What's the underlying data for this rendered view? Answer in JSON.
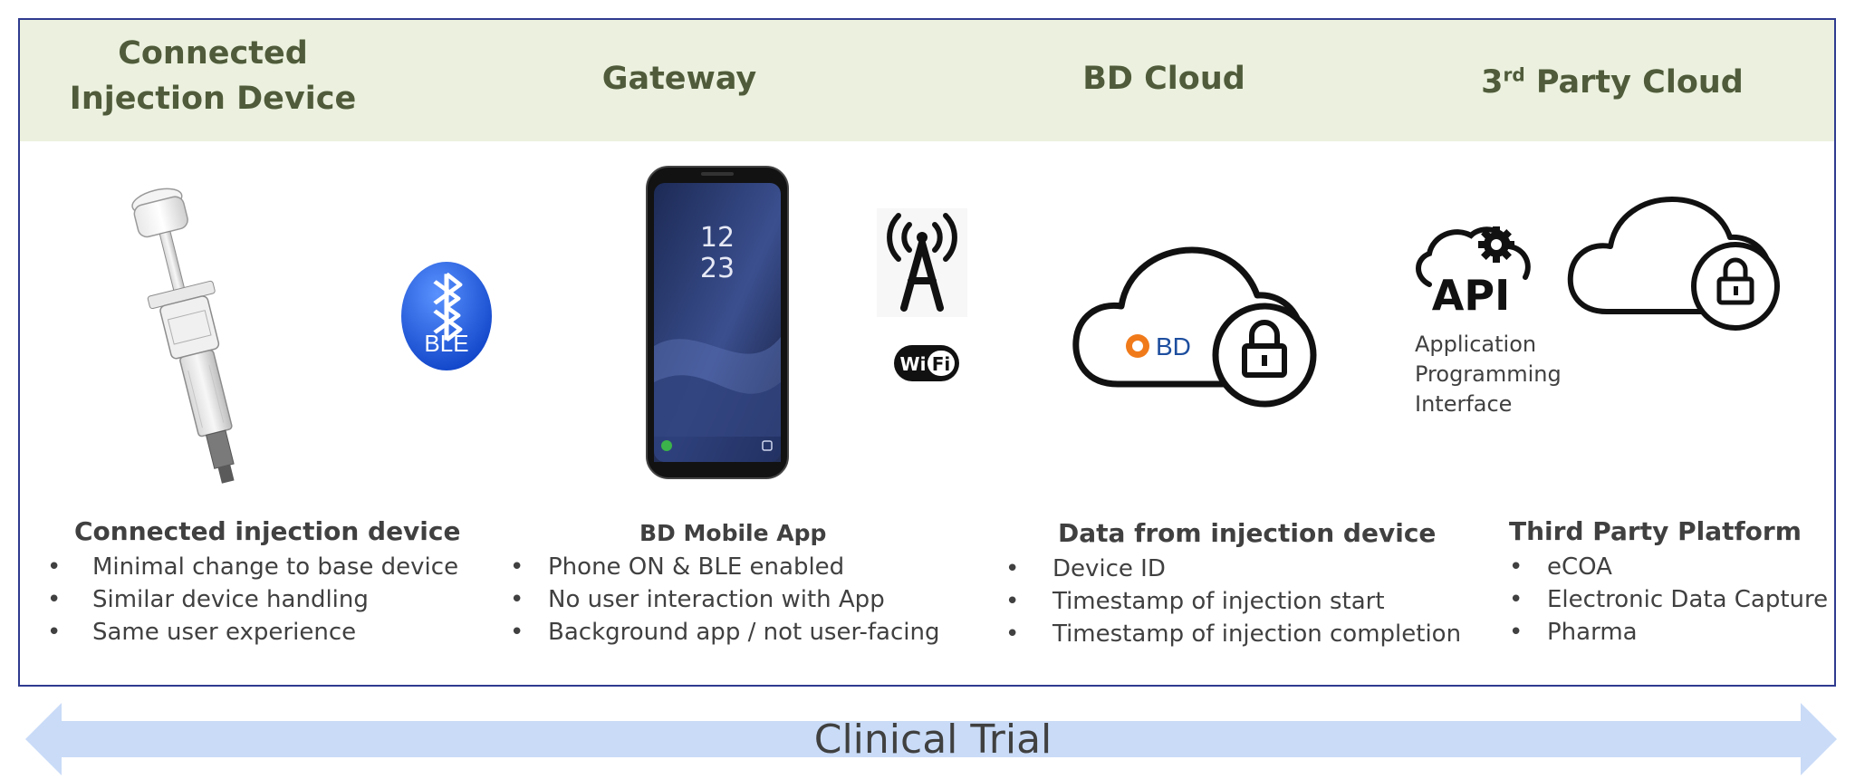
{
  "columns": [
    {
      "title": "Connected  Injection Device"
    },
    {
      "title": "Gateway"
    },
    {
      "title": "BD Cloud"
    },
    {
      "title_prefix": "3",
      "title_sup": "rd",
      "title_suffix": " Party Cloud"
    }
  ],
  "icons": {
    "ble_label": "BLE",
    "wifi_label_wi": "Wi",
    "wifi_label_fi": "Fi",
    "phone_clock_hour": "12",
    "phone_clock_min": "23",
    "bd_logo_text": "BD",
    "api_label": "API"
  },
  "api_caption": [
    "Application",
    "Programming",
    "Interface"
  ],
  "sections": {
    "device": {
      "heading": "Connected injection device",
      "bullets": [
        "Minimal change to base device",
        "Similar device handling",
        "Same user experience"
      ]
    },
    "app": {
      "heading": "BD Mobile App",
      "bullets": [
        "Phone ON & BLE enabled",
        "No user interaction with App",
        "Background app / not user-facing"
      ]
    },
    "data": {
      "heading": "Data from injection device",
      "bullets": [
        "Device ID",
        "Timestamp of injection start",
        "Timestamp of injection completion"
      ]
    },
    "third_party": {
      "heading": "Third Party Platform",
      "bullets": [
        "eCOA",
        "Electronic Data Capture",
        "Pharma"
      ]
    }
  },
  "footer": {
    "label": "Clinical Trial"
  },
  "colors": {
    "frame": "#2f3b8f",
    "header_band": "#ebf1de",
    "title_text": "#4f5b3a",
    "arrow": "#c9dbf7",
    "ble_blue": "#1a55d8",
    "bd_orange": "#f07a1a",
    "bd_blue": "#1d4e9e"
  }
}
